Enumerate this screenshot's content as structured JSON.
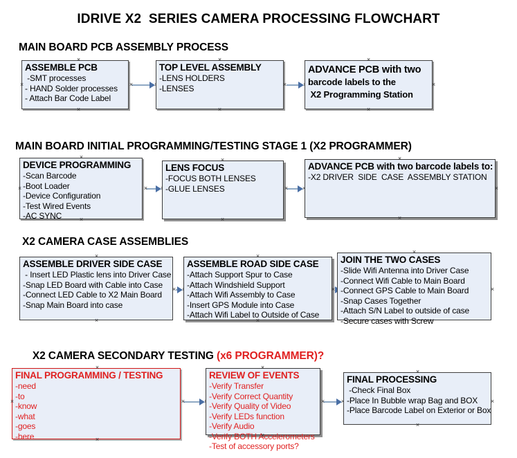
{
  "document": {
    "title": "IDRIVE X2  SERIES CAMERA PROCESSING FLOWCHART"
  },
  "sections": [
    {
      "id": "main-board-pcb-assembly-process",
      "title": "MAIN BOARD PCB ASSEMBLY PROCESS",
      "boxes": [
        {
          "id": "assemble-pcb",
          "header": "ASSEMBLE PCB",
          "lines": [
            " -SMT processes",
            "- HAND Solder processes",
            "- Attach Bar Code Label"
          ]
        },
        {
          "id": "top-level-assembly",
          "header": "TOP LEVEL ASSEMBLY",
          "lines": [
            "-LENS HOLDERS",
            "-LENSES"
          ]
        },
        {
          "id": "advance-pcb-to-x2-programming-station",
          "header": "ADVANCE PCB with two",
          "lines": [
            "barcode labels to the",
            " X2 Programming Station"
          ]
        }
      ]
    },
    {
      "id": "main-board-initial-programming-testing-stage-1",
      "title": "MAIN BOARD INITIAL PROGRAMMING/TESTING STAGE 1 (X2 PROGRAMMER)",
      "boxes": [
        {
          "id": "device-programming",
          "header": "DEVICE PROGRAMMING",
          "lines": [
            "-Scan Barcode",
            "-Boot Loader",
            "-Device Configuration",
            "-Test Wired Events",
            "-AC SYNC"
          ]
        },
        {
          "id": "lens-focus",
          "header": "LENS FOCUS",
          "lines": [
            "-FOCUS BOTH LENSES",
            "-GLUE LENSES"
          ]
        },
        {
          "id": "advance-pcb-to-driver-side-case-assembly-station",
          "header": "ADVANCE PCB with two barcode labels to:",
          "lines": [
            "-X2 DRIVER  SIDE  CASE  ASSEMBLY STATION"
          ]
        }
      ]
    },
    {
      "id": "x2-camera-case-assemblies",
      "title": "X2 CAMERA CASE ASSEMBLIES",
      "boxes": [
        {
          "id": "assemble-driver-side-case",
          "header": "ASSEMBLE DRIVER SIDE CASE",
          "lines": [
            " - Insert LED Plastic lens into Driver Case",
            "-Snap LED Board with Cable into Case",
            "-Connect LED Cable to X2 Main Board",
            "-Snap Main Board into case"
          ]
        },
        {
          "id": "assemble-road-side-case",
          "header": "ASSEMBLE ROAD SIDE CASE",
          "lines": [
            "-Attach Support Spur to Case",
            "-Attach Windshield Support",
            "-Attach Wifi Assembly to Case",
            "-Insert GPS Module into Case",
            "-Attach Wifi Label to Outside of Case"
          ]
        },
        {
          "id": "join-the-two-cases",
          "header": "JOIN THE TWO CASES",
          "lines": [
            "-Slide Wifi Antenna into Driver Case",
            "-Connect Wifi Cable to Main Board",
            "-Connect GPS Cable to Main Board",
            "-Snap Cases Together",
            "-Attach S/N Label to outside of case",
            "-Secure cases with Screw"
          ]
        }
      ]
    },
    {
      "id": "x2-camera-secondary-testing",
      "title": "X2 CAMERA SECONDARY TESTING ",
      "title_accent": "(x6 PROGRAMMER)?",
      "boxes": [
        {
          "id": "final-programming-testing",
          "header": "FINAL PROGRAMMING / TESTING",
          "lines": [
            "-need",
            "-to",
            "-know",
            "-what",
            "-goes",
            "-here"
          ]
        },
        {
          "id": "review-of-events",
          "header": "REVIEW OF EVENTS",
          "lines": [
            "-Verify Transfer",
            "-Verify Correct Quantity",
            "-Verify Quality of Video",
            "-Verify LEDs function",
            "-Verify Audio",
            "-Verify BOTH Accelerometers",
            "-Test of accessory ports?"
          ]
        },
        {
          "id": "final-processing",
          "header": "FINAL PROCESSING",
          "lines": [
            " -Check Final Box",
            "-Place In Bubble wrap Bag and BOX",
            "-Place Barcode Label on Exterior or Box"
          ]
        }
      ]
    }
  ],
  "colors": {
    "box_fill": "#e8eef8",
    "box_border": "#404040",
    "accent_red": "#e02020",
    "connector_line": "#8fa9c4",
    "arrow_head": "#4a6fa5"
  }
}
